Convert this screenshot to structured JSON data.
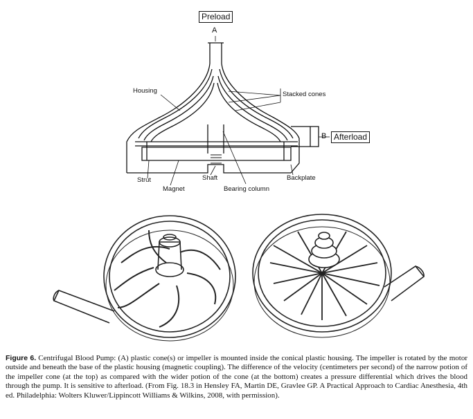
{
  "diagram": {
    "preload": "Preload",
    "letter_a": "A",
    "letter_b": "B",
    "afterload": "Afterload",
    "housing": "Housing",
    "stacked_cones": "Stacked cones",
    "strut": "Strut",
    "magnet": "Magnet",
    "shaft": "Shaft",
    "bearing_column": "Bearing column",
    "backplate": "Backplate"
  },
  "caption": {
    "figure_label": "Figure 6.",
    "text": " Centrifugal Blood Pump: (A) plastic cone(s) or impeller is mounted inside the conical plastic housing. The impeller is rotated by the motor outside and beneath the base of the plastic housing (magnetic coupling). The difference of the velocity (centimeters per second) of the narrow potion of the impeller cone (at the top) as compared with the wider potion of the cone (at the bottom) creates a pressure differential which drives the blood through the pump. It is sensitive to afterload. (From Fig. 18.3 in Hensley FA, Martin DE, Gravlee GP. A Practical Approach to Cardiac Anesthesia, 4th ed. Philadelphia: Wolters Kluwer/Lippincott Williams & Wilkins, 2008, with permission)."
  }
}
